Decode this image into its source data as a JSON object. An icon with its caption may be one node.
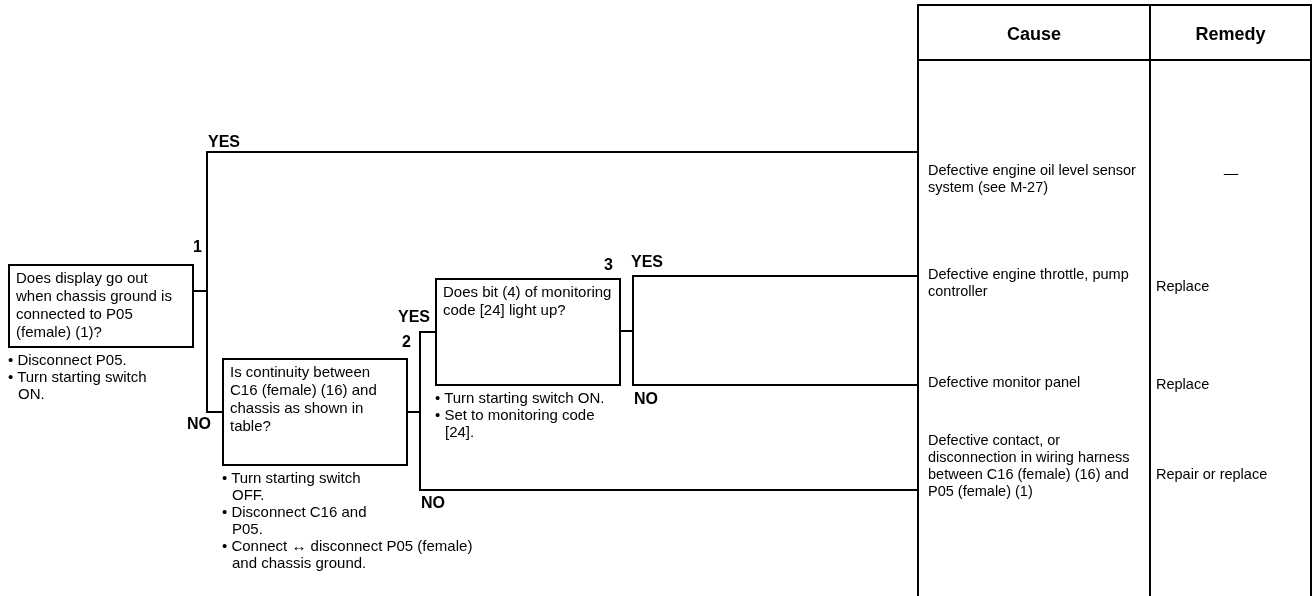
{
  "diagram": {
    "nodes": [
      {
        "text": [
          "Does display go out when chassis ground is connected to P05 (female) (1)?"
        ],
        "beside": [
          "1",
          "• Disconnect P05.",
          "• Turn starting switch ON."
        ]
      },
      {
        "text": [
          "Is continuity between C16 (female) (16) and chassis as shown in table?"
        ],
        "beside": [
          "2",
          "• Turn starting switch OFF.",
          "• Disconnect C16 and P05.",
          "• Connect ↔ disconnect P05 (female) and chassis ground."
        ]
      },
      {
        "text": [
          "Does bit (4) of monitoring code [24] light up?"
        ],
        "beside": [
          "3",
          "• Turn starting switch ON.",
          "• Set to monitoring code [24]."
        ]
      },
      {
        "text": [
          "Defective engine oil level sensor system (see M-27)"
        ]
      },
      {
        "text": [
          "Defective engine throttle, pump controller"
        ]
      },
      {
        "text": [
          "Defective monitor panel"
        ]
      },
      {
        "text": [
          "Defective contact, or disconnection in wiring harness between C16 (female) (16) and P05 (female) (1)"
        ]
      }
    ],
    "edges": [
      {
        "from": 0,
        "to": 3,
        "arrow": "none",
        "label": "YES"
      },
      {
        "from": 0,
        "to": 1,
        "arrow": "none",
        "label": "NO"
      },
      {
        "from": 1,
        "to": 2,
        "arrow": "none",
        "label": "YES"
      },
      {
        "from": 1,
        "to": 6,
        "arrow": "none",
        "label": "NO"
      },
      {
        "from": 2,
        "to": 4,
        "arrow": "none",
        "label": "YES"
      },
      {
        "from": 2,
        "to": 5,
        "arrow": "none",
        "label": "NO"
      }
    ],
    "labels": [
      "Cause",
      "Remedy",
      "—",
      "Replace",
      "Replace",
      "Repair or replace"
    ]
  }
}
